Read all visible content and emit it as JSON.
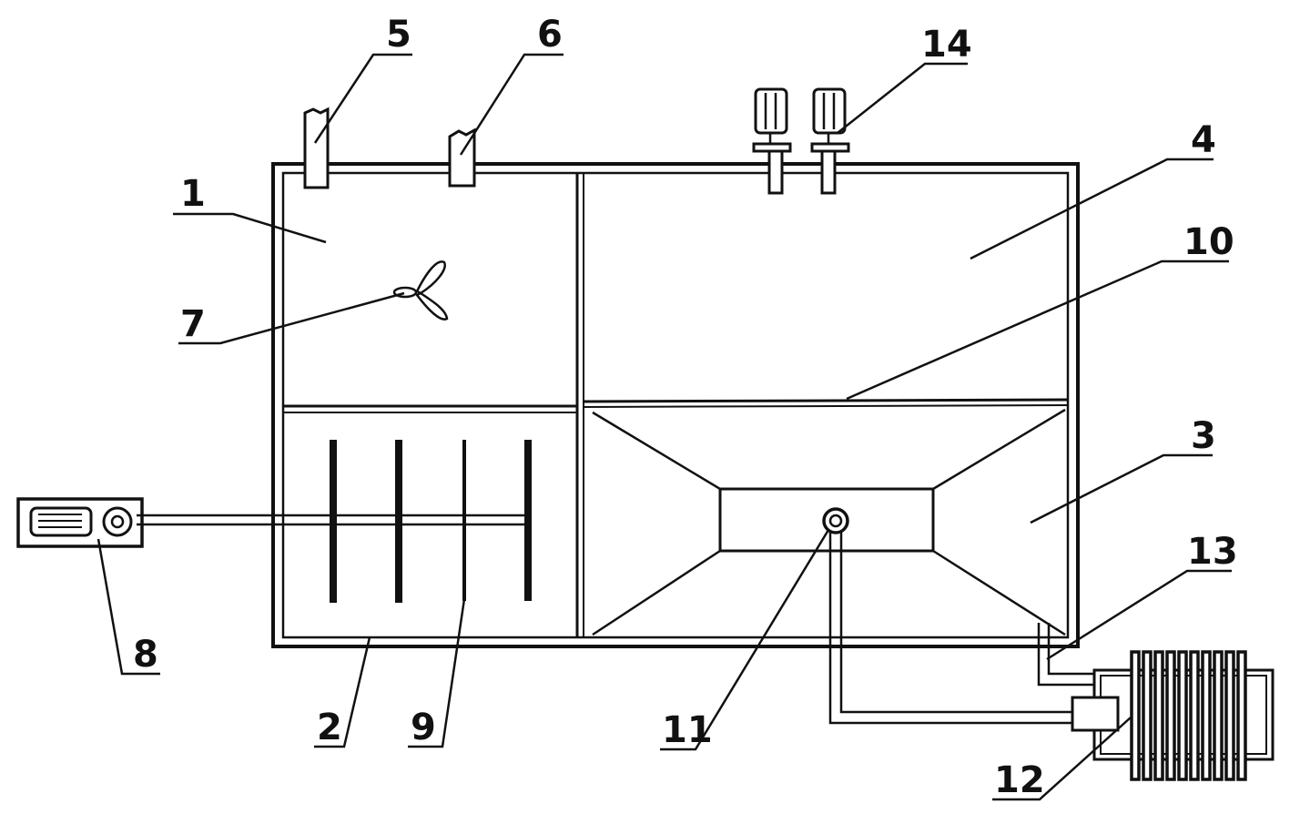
{
  "diagram": {
    "labels": {
      "l1": "1",
      "l2": "2",
      "l3": "3",
      "l4": "4",
      "l5": "5",
      "l6": "6",
      "l7": "7",
      "l8": "8",
      "l9": "9",
      "l10": "10",
      "l11": "11",
      "l12": "12",
      "l13": "13",
      "l14": "14"
    },
    "colors": {
      "ink": "#111111",
      "paper": "#ffffff"
    }
  }
}
